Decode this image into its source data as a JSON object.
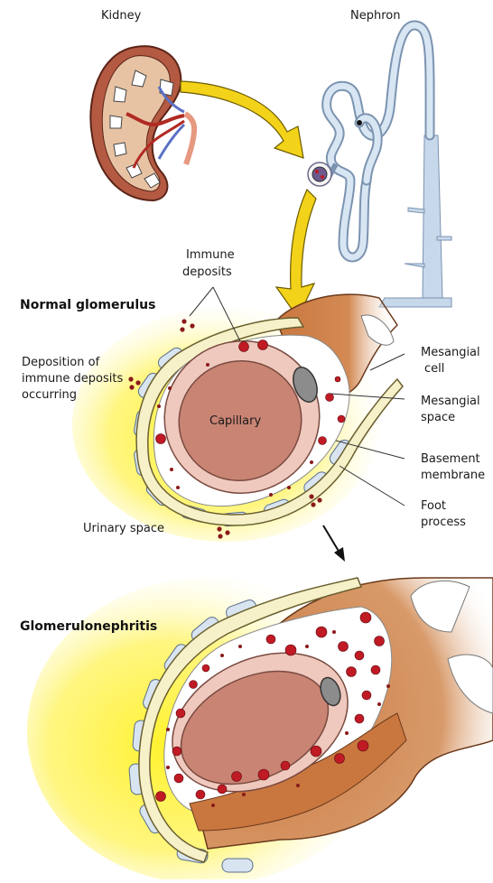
{
  "labels": {
    "kidney": "Kidney",
    "nephron": "Nephron",
    "immune_deposits_1": "Immune",
    "immune_deposits_2": "deposits",
    "normal_glomerulus": "Normal glomerulus",
    "deposition_1": "Deposition of",
    "deposition_2": "immune deposits",
    "deposition_3": "occurring",
    "capillary": "Capillary",
    "mesangial_cell_1": "Mesangial",
    "mesangial_cell_2": "cell",
    "mesangial_space_1": "Mesangial",
    "mesangial_space_2": "space",
    "basement_membrane_1": "Basement",
    "basement_membrane_2": "membrane",
    "foot_process_1": "Foot",
    "foot_process_2": "process",
    "urinary_space": "Urinary space",
    "glomerulonephritis": "Glomerulonephritis"
  },
  "colors": {
    "capillary_fill": "#c98474",
    "capillary_ring": "#efc9bd",
    "mesangial_brown": "#c9773f",
    "deposit_red": "#c01a24",
    "foot_process_blue": "#d8e4f0",
    "membrane_cream": "#f7f1c9",
    "glow_yellow": "#fff22a",
    "arrow_yellow": "#f3d21a",
    "nephron_blue": "#c6d8ea"
  }
}
